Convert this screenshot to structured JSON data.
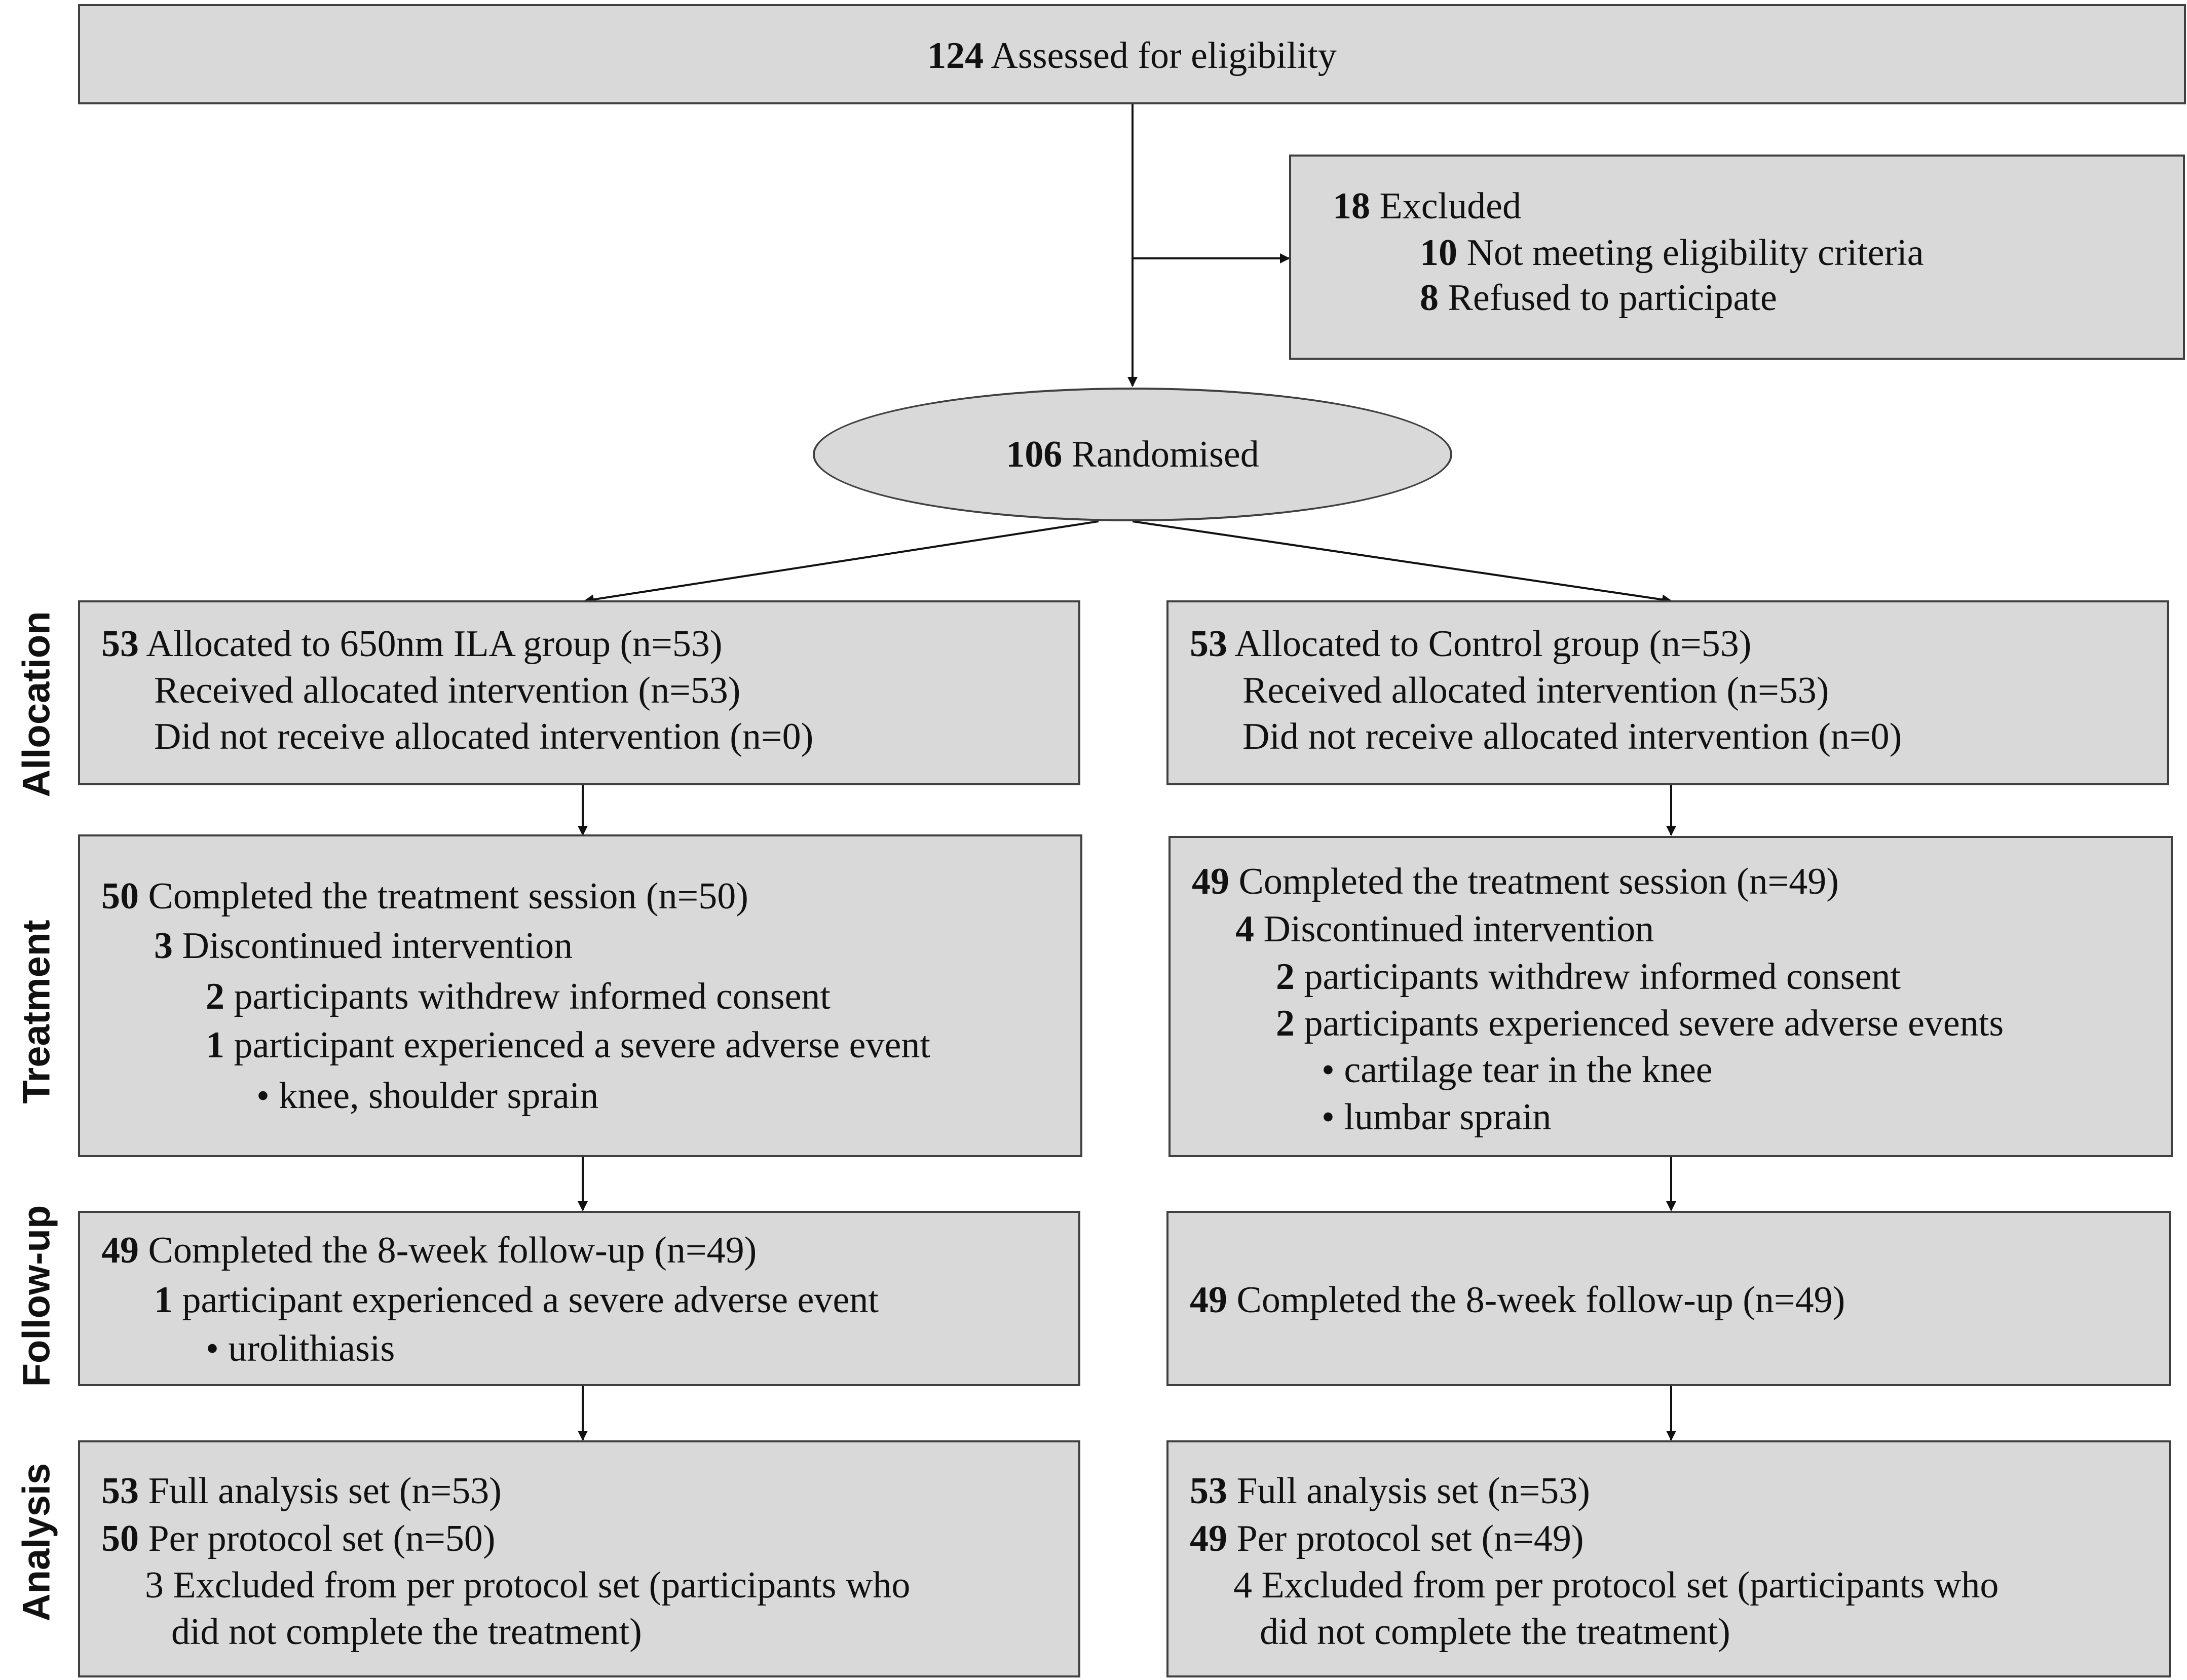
{
  "colors": {
    "box_fill": "#d9d9d9",
    "border": "#404040",
    "text": "#111111"
  },
  "stages": {
    "allocation": "Allocation",
    "treatment": "Treatment",
    "followup": "Follow-up",
    "analysis": "Analysis"
  },
  "assessed": {
    "n": "124",
    "text": "Assessed for eligibility"
  },
  "excluded": {
    "n": "18",
    "text": "Excluded",
    "items": [
      {
        "n": "10",
        "text": "Not meeting eligibility criteria"
      },
      {
        "n": "8",
        "text": "Refused to participate"
      }
    ]
  },
  "randomised": {
    "n": "106",
    "text": "Randomised"
  },
  "left": {
    "allocation": {
      "n": "53",
      "text": "Allocated to 650nm ILA group (n=53)",
      "received": "Received allocated intervention (n=53)",
      "not_received": "Did not receive allocated intervention (n=0)"
    },
    "treatment": {
      "completed_n": "50",
      "completed_text": "Completed the treatment session (n=50)",
      "disc_n": "3",
      "disc_text": "Discontinued intervention",
      "withdrew_n": "2",
      "withdrew_text": "participants withdrew informed consent",
      "adverse_n": "1",
      "adverse_text": "participant experienced a severe adverse event",
      "bullets": [
        "• knee, shoulder sprain"
      ]
    },
    "followup": {
      "n": "49",
      "text": "Completed the 8-week follow-up (n=49)",
      "adverse_n": "1",
      "adverse_text": "participant experienced a severe adverse event",
      "bullets": [
        "• urolithiasis"
      ]
    },
    "analysis": {
      "full_n": "53",
      "full_text": "Full analysis set (n=53)",
      "pp_n": "50",
      "pp_text": "Per protocol set (n=50)",
      "excl_line1": "3 Excluded from per protocol set (participants who",
      "excl_line2": "did not complete the treatment)"
    }
  },
  "right": {
    "allocation": {
      "n": "53",
      "text": "Allocated to Control group (n=53)",
      "received": "Received allocated intervention (n=53)",
      "not_received": "Did not receive allocated intervention (n=0)"
    },
    "treatment": {
      "completed_n": "49",
      "completed_text": "Completed the treatment session (n=49)",
      "disc_n": "4",
      "disc_text": "Discontinued intervention",
      "withdrew_n": "2",
      "withdrew_text": "participants withdrew informed consent",
      "adverse_n": "2",
      "adverse_text": "participants experienced severe adverse events",
      "bullets": [
        "• cartilage tear in the knee",
        "• lumbar sprain"
      ]
    },
    "followup": {
      "n": "49",
      "text": "Completed the 8-week follow-up (n=49)"
    },
    "analysis": {
      "full_n": "53",
      "full_text": "Full analysis set (n=53)",
      "pp_n": "49",
      "pp_text": "Per protocol set (n=49)",
      "excl_line1": "4 Excluded from per protocol set (participants who",
      "excl_line2": "did not complete the treatment)"
    }
  }
}
